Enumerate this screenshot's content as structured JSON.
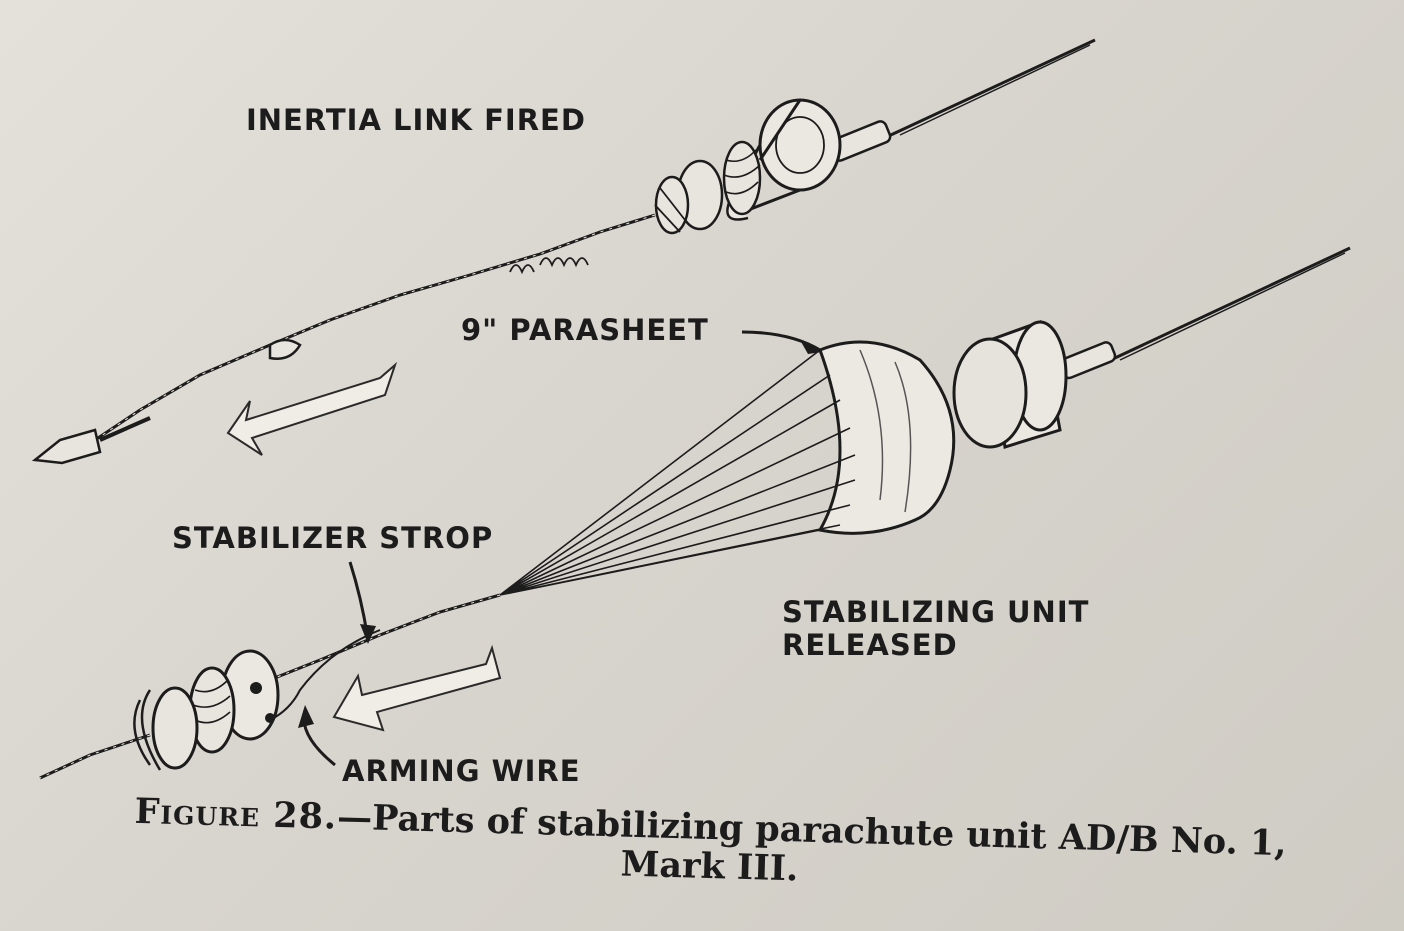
{
  "labels": {
    "inertia_link": "INERTIA LINK FIRED",
    "parasheet": "9\" PARASHEET",
    "stabilizer_strop": "STABILIZER STROP",
    "stabilizing_unit_line1": "STABILIZING UNIT",
    "stabilizing_unit_line2": "RELEASED",
    "arming_wire": "ARMING WIRE"
  },
  "caption": {
    "figure": "Figure 28.",
    "line1": "—Parts of stabilizing parachute unit AD/B No. 1,",
    "line2": "Mark III."
  },
  "colors": {
    "paper": "#dedbd4",
    "ink": "#1c1c1c"
  },
  "icons": [
    "motion-arrow-icon",
    "parachute-canopy",
    "cable-line",
    "drum-unit"
  ]
}
